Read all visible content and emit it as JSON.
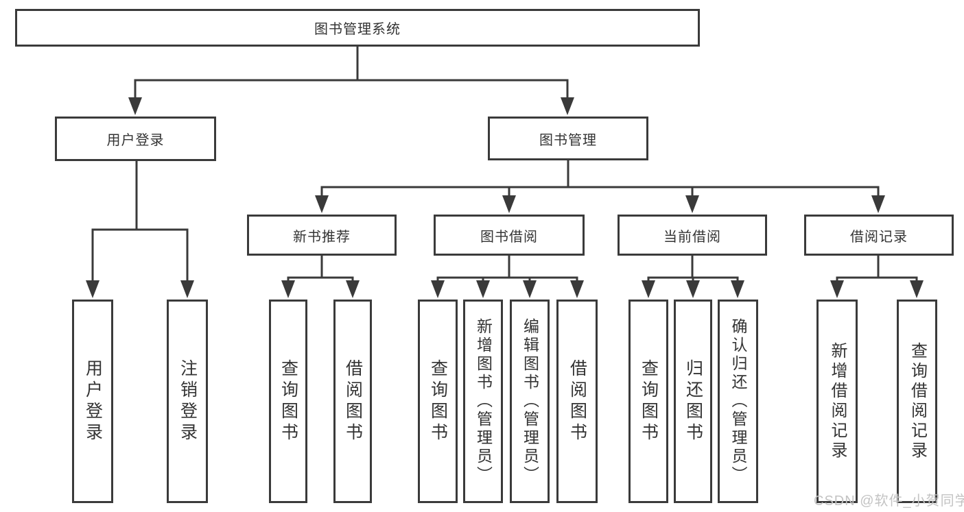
{
  "diagram": {
    "title": "图书管理系统",
    "nodes": {
      "root": {
        "label": "图书管理系统"
      },
      "userLogin": {
        "label": "用户登录"
      },
      "bookMgmt": {
        "label": "图书管理"
      },
      "login": {
        "label": "用户登录"
      },
      "logout": {
        "label": "注销登录"
      },
      "newRec": {
        "label": "新书推荐"
      },
      "bookBorrow": {
        "label": "图书借阅"
      },
      "currentBorrow": {
        "label": "当前借阅"
      },
      "borrowRecords": {
        "label": "借阅记录"
      },
      "queryBook1": {
        "label": "查询图书"
      },
      "borrowBook1": {
        "label": "借阅图书"
      },
      "queryBook2": {
        "label": "查询图书"
      },
      "addBook": {
        "label": "新增图书（管理员）"
      },
      "editBook": {
        "label": "编辑图书（管理员）"
      },
      "borrowBook2": {
        "label": "借阅图书"
      },
      "queryBook3": {
        "label": "查询图书"
      },
      "returnBook": {
        "label": "归还图书"
      },
      "confirmReturn": {
        "label": "确认归还（管理员）"
      },
      "addRecord": {
        "label": "新增借阅记录"
      },
      "queryRecord": {
        "label": "查询借阅记录"
      }
    },
    "edges": [
      {
        "from": "root",
        "to": [
          "userLogin",
          "bookMgmt"
        ]
      },
      {
        "from": "userLogin",
        "to": [
          "login",
          "logout"
        ]
      },
      {
        "from": "bookMgmt",
        "to": [
          "newRec",
          "bookBorrow",
          "currentBorrow",
          "borrowRecords"
        ]
      },
      {
        "from": "newRec",
        "to": [
          "queryBook1",
          "borrowBook1"
        ]
      },
      {
        "from": "bookBorrow",
        "to": [
          "queryBook2",
          "addBook",
          "editBook",
          "borrowBook2"
        ]
      },
      {
        "from": "currentBorrow",
        "to": [
          "queryBook3",
          "returnBook",
          "confirmReturn"
        ]
      },
      {
        "from": "borrowRecords",
        "to": [
          "addRecord",
          "queryRecord"
        ]
      }
    ],
    "colors": {
      "line": "#3a3a3a",
      "text": "#333333",
      "box_background": "#ffffff",
      "watermark": "#c3c3c3"
    },
    "watermark": "CSDN @软件_小贺同学"
  }
}
